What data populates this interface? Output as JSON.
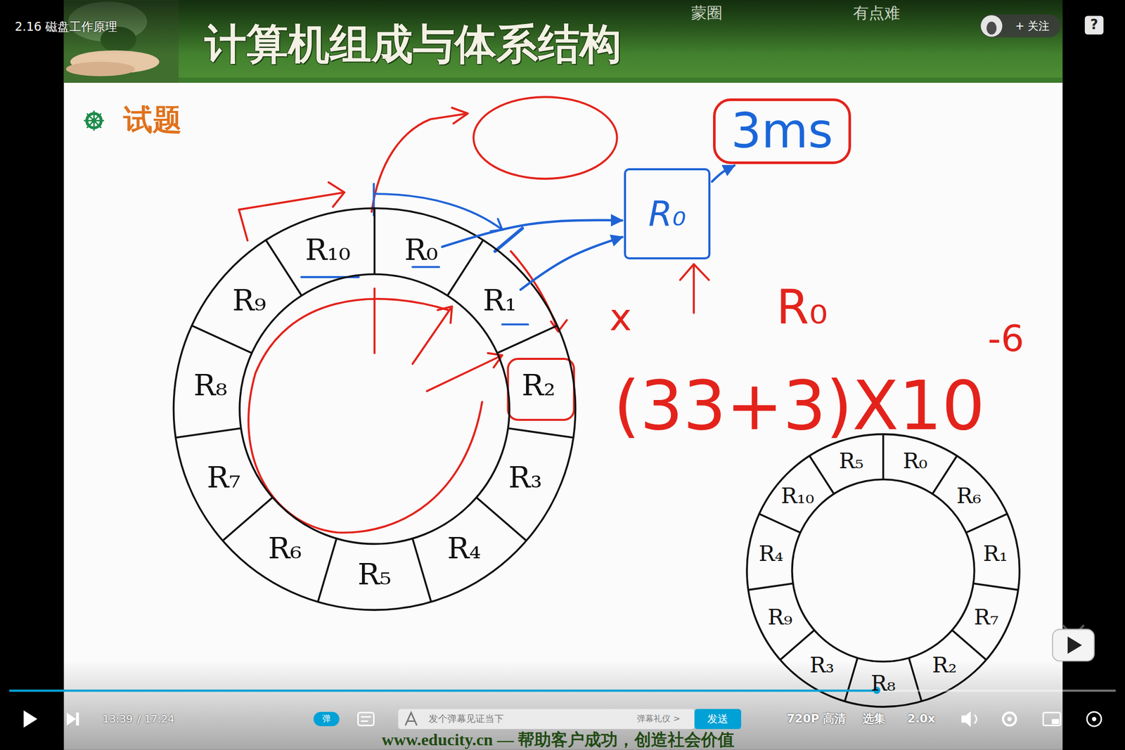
{
  "diagram": {
    "title": "计算机组成与体系结构",
    "nodes": [
      {
        "text": [
          "R₀"
        ]
      },
      {
        "text": [
          "R₁"
        ]
      },
      {
        "text": [
          "R₂"
        ]
      },
      {
        "text": [
          "R₃"
        ]
      },
      {
        "text": [
          "R₄"
        ]
      },
      {
        "text": [
          "R₅"
        ]
      },
      {
        "text": [
          "R₆"
        ]
      },
      {
        "text": [
          "R₇"
        ]
      },
      {
        "text": [
          "R₈"
        ]
      },
      {
        "text": [
          "R₉"
        ]
      },
      {
        "text": [
          "R₁₀"
        ]
      },
      {
        "text": [
          "R₀"
        ]
      },
      {
        "text": [
          "3ms"
        ]
      },
      {
        "text": [
          "R₀"
        ]
      },
      {
        "text": [
          "R₆"
        ]
      },
      {
        "text": [
          "R₁"
        ]
      },
      {
        "text": [
          "R₇"
        ]
      },
      {
        "text": [
          "R₂"
        ]
      },
      {
        "text": [
          "R₈"
        ]
      },
      {
        "text": [
          "R₃"
        ]
      },
      {
        "text": [
          "R₉"
        ]
      },
      {
        "text": [
          "R₄"
        ]
      },
      {
        "text": [
          "R₁₀"
        ]
      },
      {
        "text": [
          "R₅"
        ]
      }
    ],
    "edges": [
      {
        "from": 0,
        "to": 11,
        "arrow": "to"
      },
      {
        "from": 1,
        "to": 11,
        "arrow": "to"
      },
      {
        "from": 11,
        "to": 12,
        "arrow": "to"
      }
    ],
    "labels": [
      "2.16 磁盘工作原理",
      "蒙圈",
      "有点难",
      "+ 关注",
      "?",
      "试题",
      "x",
      "R₀",
      "(33+3)X10",
      "-6",
      "13:39",
      "/",
      "17:24",
      "弹",
      "发个弹幕见证当下",
      "弹幕礼仪 >",
      "发送",
      "720P 高清",
      "选集",
      "2.0x",
      "www.educity.cn — 帮助客户成功，创造社会价值"
    ]
  }
}
